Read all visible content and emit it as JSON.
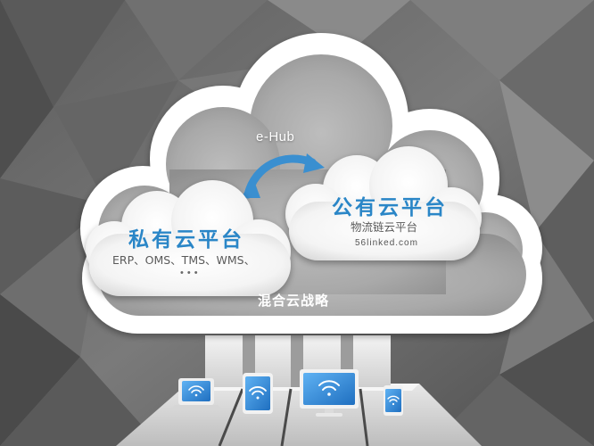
{
  "diagram": {
    "ehub_label": "e-Hub",
    "private_cloud": {
      "title": "私有云平台",
      "systems": "ERP、OMS、TMS、WMS、",
      "ellipsis": "•••"
    },
    "public_cloud": {
      "title": "公有云平台",
      "subtitle": "物流链云平台",
      "url": "56linked.com"
    },
    "hybrid_label": "混合云战略",
    "devices": [
      {
        "name": "laptop",
        "icon": "wifi-icon"
      },
      {
        "name": "tablet",
        "icon": "wifi-icon"
      },
      {
        "name": "monitor",
        "icon": "wifi-icon"
      },
      {
        "name": "phone",
        "icon": "wifi-icon"
      }
    ]
  },
  "colors": {
    "title_blue": "#2a86c7",
    "arrow_blue": "#3a8fd0",
    "device_blue": "#2f8fe0",
    "background": "#6d6d6d",
    "cloud_white": "#ffffff"
  }
}
